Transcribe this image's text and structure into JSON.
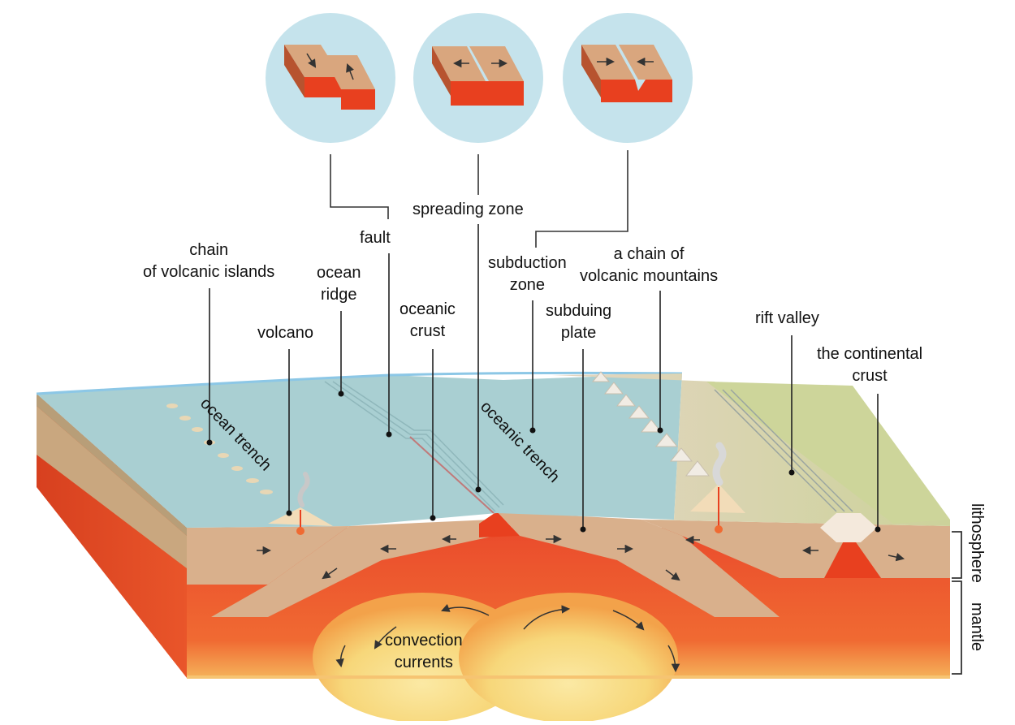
{
  "labels": {
    "fault": "fault",
    "spreading_zone": "spreading zone",
    "chain_volcanic_islands": [
      "chain",
      "of volcanic islands"
    ],
    "ocean_ridge": [
      "ocean",
      "ridge"
    ],
    "volcano": "volcano",
    "oceanic_crust": [
      "oceanic",
      "crust"
    ],
    "subduction_zone": [
      "subduction",
      "zone"
    ],
    "subduing_plate": [
      "subduing",
      "plate"
    ],
    "volcanic_mountains": [
      "a chain of",
      "volcanic mountains"
    ],
    "rift_valley": "rift valley",
    "continental_crust": [
      "the continental",
      "crust"
    ],
    "ocean_trench": "ocean trench",
    "oceanic_trench": "oceanic trench",
    "convection_currents": [
      "convection",
      "currents"
    ],
    "lithosphere": "lithosphere",
    "mantle": "mantle"
  },
  "insets": [
    {
      "name": "transform-boundary-inset",
      "motion": "sliding"
    },
    {
      "name": "divergent-boundary-inset",
      "motion": "apart"
    },
    {
      "name": "convergent-boundary-inset",
      "motion": "together"
    }
  ],
  "colors": {
    "ocean": "#a9cfd2",
    "ocean_surface": "#bcdde2",
    "crust": "#d9b08c",
    "mantle": "#ea4b2c",
    "magma_glow": "#f7d77a",
    "land": "#dcdcb0",
    "inset_bg": "#c5e3ec"
  }
}
